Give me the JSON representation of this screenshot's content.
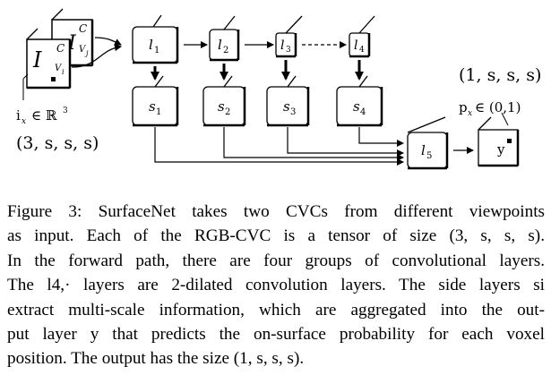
{
  "figure": {
    "inputs": {
      "back_sup": "C",
      "back_base": "I",
      "back_sub": "V",
      "back_subsub": "j",
      "front_sup": "C",
      "front_base": "I",
      "front_sub": "V",
      "front_subsub": "i"
    },
    "voxel_label": "i",
    "voxel_sub": "x",
    "voxel_set": "∈ ℝ",
    "voxel_pow": "3",
    "input_size": "(3, s, s, s)",
    "layers": {
      "l1": "l",
      "l1_sub": "1",
      "l2": "l",
      "l2_sub": "2",
      "l3": "l",
      "l3_sub": "3",
      "l4": "l",
      "l4_sub": "4",
      "l5": "l",
      "l5_sub": "5"
    },
    "side_layers": {
      "s1": "s",
      "s1_sub": "1",
      "s2": "s",
      "s2_sub": "2",
      "s3": "s",
      "s3_sub": "3",
      "s4": "s",
      "s4_sub": "4"
    },
    "output_label": "y",
    "output_size": "(1, s, s, s)",
    "prob_label": "p",
    "prob_sub": "x",
    "prob_range": "∈ (0,1)"
  },
  "caption": {
    "lines": [
      "Figure 3: SurfaceNet takes two CVCs from different viewpoints",
      "as input.  Each of the RGB-CVC is a tensor of size (3, s, s, s).",
      "In the forward path, there are four groups of convolutional layers.",
      "The l4,· layers are 2-dilated convolution layers. The side layers si",
      "extract multi-scale information, which are aggregated into the out-",
      "put layer y that predicts the on-surface probability for each voxel",
      "position. The output has the size (1, s, s, s)."
    ]
  }
}
